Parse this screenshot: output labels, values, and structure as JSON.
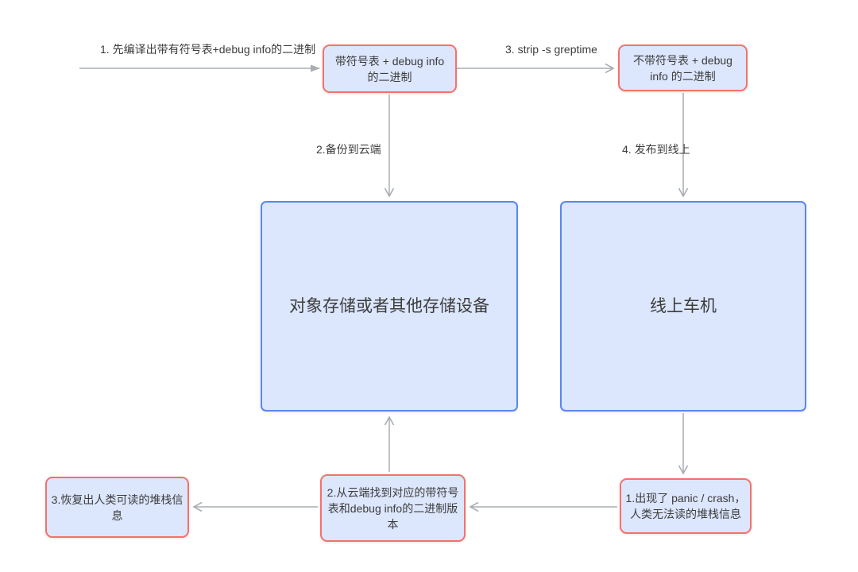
{
  "colors": {
    "node_fill": "#dce6fc",
    "node_border_red": "#f4716c",
    "store_border_blue": "#5b86f2",
    "arrow": "#a9adb3",
    "text": "#3c3c3c",
    "bg": "#ffffff"
  },
  "diagram": {
    "nodes": {
      "binary_with_symbols": {
        "label": "带符号表 + debug info 的二进制"
      },
      "binary_stripped": {
        "label": "不带符号表 + debug info 的二进制"
      },
      "object_storage": {
        "label": "对象存储或者其他存储设备"
      },
      "online_vehicle": {
        "label": "线上车机"
      },
      "panic_crash": {
        "label": "1.出现了 panic / crash，人类无法读的堆栈信息"
      },
      "find_symbol_binary": {
        "label": "2.从云端找到对应的带符号表和debug info的二进制版本"
      },
      "recovered_stack": {
        "label": "3.恢复出人类可读的堆栈信息"
      }
    },
    "edge_labels": {
      "compile": "1. 先编译出带有符号表+debug info的二进制",
      "backup": "2.备份到云端",
      "strip": "3. strip -s greptime",
      "deploy": "4. 发布到线上"
    }
  }
}
